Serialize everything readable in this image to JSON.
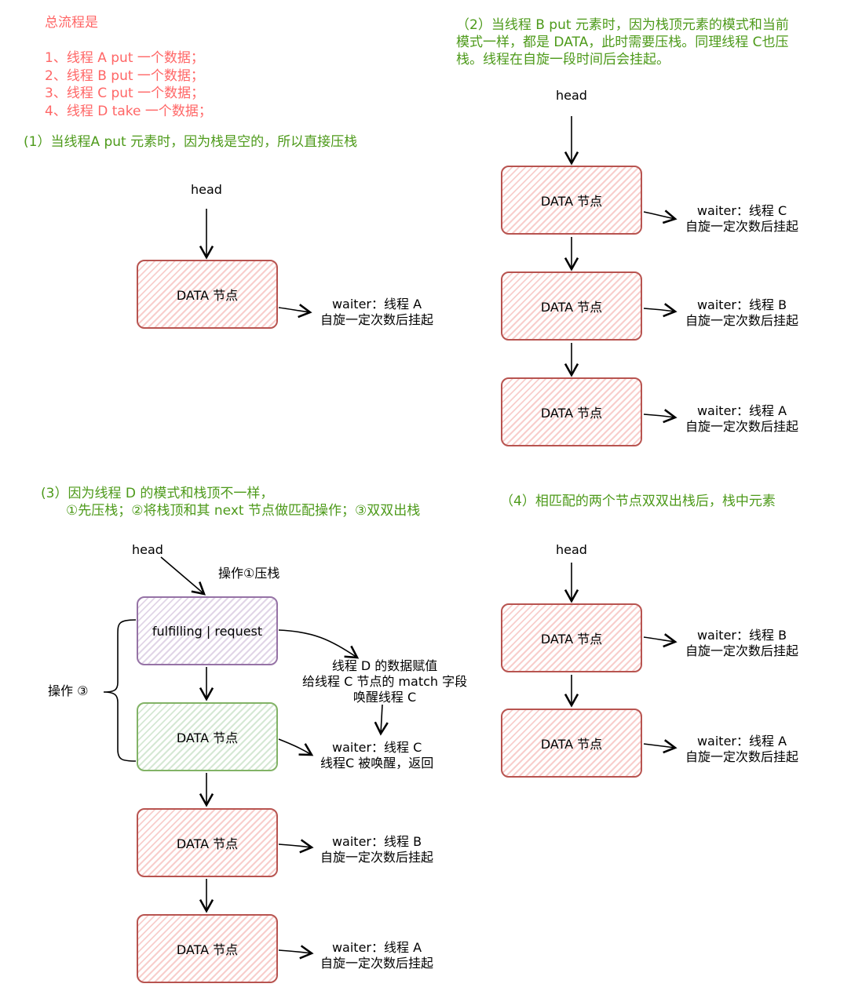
{
  "overview": {
    "title": "总流程是",
    "steps": [
      "1、线程 A put 一个数据；",
      "2、线程 B put 一个数据；",
      "3、线程 C put 一个数据；",
      "4、线程 D take 一个数据；"
    ]
  },
  "colors": {
    "step_text": "#ff6666",
    "caption_text": "#4d9a1a",
    "data_node_border": "#b85450",
    "data_node_fill": "#f8cecc",
    "request_node_border": "#9673a6",
    "request_node_fill": "#e1d5e7",
    "matched_node_border": "#82b366",
    "matched_node_fill": "#d5e8d4"
  },
  "panel1": {
    "caption": "(1）当线程A put 元素时，因为栈是空的，所以直接压栈",
    "head": "head",
    "nodes": [
      {
        "label": "DATA 节点",
        "waiter": "waiter：线程 A",
        "note": "自旋一定次数后挂起"
      }
    ]
  },
  "panel2": {
    "caption_lines": [
      "（2）当线程 B put 元素时，因为栈顶元素的模式和当前",
      "模式一样，都是 DATA，此时需要压栈。同理线程 C也压",
      "栈。线程在自旋一段时间后会挂起。"
    ],
    "head": "head",
    "nodes": [
      {
        "label": "DATA 节点",
        "waiter": "waiter：线程 C",
        "note": "自旋一定次数后挂起"
      },
      {
        "label": "DATA 节点",
        "waiter": "waiter：线程 B",
        "note": "自旋一定次数后挂起"
      },
      {
        "label": "DATA 节点",
        "waiter": "waiter：线程 A",
        "note": "自旋一定次数后挂起"
      }
    ]
  },
  "panel3": {
    "caption_lines": [
      "(3）因为线程 D 的模式和栈顶不一样，",
      "①先压栈；②将栈顶和其 next 节点做匹配操作；③双双出栈"
    ],
    "head": "head",
    "push_label": "操作①压栈",
    "brace_label": "操作 ③",
    "request_node": "fulfilling  |  request",
    "match_note_lines": [
      "线程 D 的数据赋值",
      "给线程 C 节点的 match 字段",
      "唤醒线程 C"
    ],
    "nodes": [
      {
        "label": "DATA 节点",
        "waiter": "waiter：线程 C",
        "note": "线程C 被唤醒，返回"
      },
      {
        "label": "DATA 节点",
        "waiter": "waiter：线程 B",
        "note": "自旋一定次数后挂起"
      },
      {
        "label": "DATA 节点",
        "waiter": "waiter：线程 A",
        "note": "自旋一定次数后挂起"
      }
    ]
  },
  "panel4": {
    "caption": "（4）相匹配的两个节点双双出栈后，栈中元素",
    "head": "head",
    "nodes": [
      {
        "label": "DATA 节点",
        "waiter": "waiter：线程 B",
        "note": "自旋一定次数后挂起"
      },
      {
        "label": "DATA 节点",
        "waiter": "waiter：线程 A",
        "note": "自旋一定次数后挂起"
      }
    ]
  }
}
